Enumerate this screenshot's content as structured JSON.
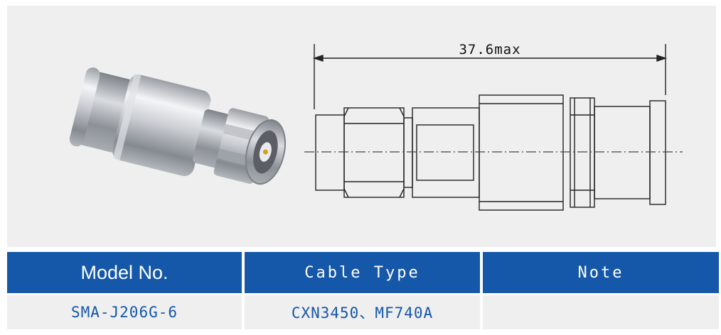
{
  "drawing": {
    "dimension_label": "37.6max"
  },
  "table": {
    "headers": [
      "Model No.",
      "Cable Type",
      "Note"
    ],
    "rows": [
      [
        "SMA-J206G-6",
        "CXN3450、MF740A",
        ""
      ]
    ]
  },
  "colors": {
    "header_bg": "#1557a8",
    "header_text": "#ffffff",
    "cell_text": "#1557a8",
    "panel_bg": "#efefef"
  }
}
